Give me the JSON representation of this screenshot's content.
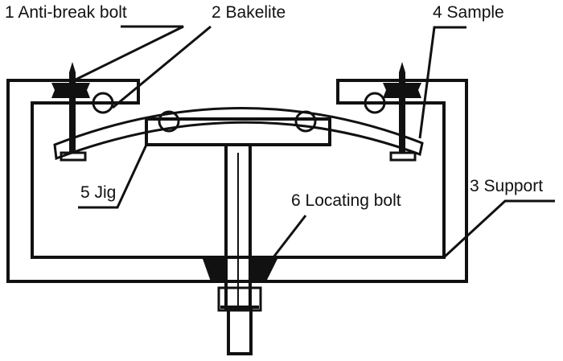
{
  "labels": {
    "anti_break_bolt": "1 Anti-break bolt",
    "bakelite": "2 Bakelite",
    "support": "3 Support",
    "sample": "4 Sample",
    "jig": "5 Jig",
    "locating_bolt": "6 Locating bolt"
  },
  "colors": {
    "line": "#111111",
    "background": "#ffffff"
  }
}
